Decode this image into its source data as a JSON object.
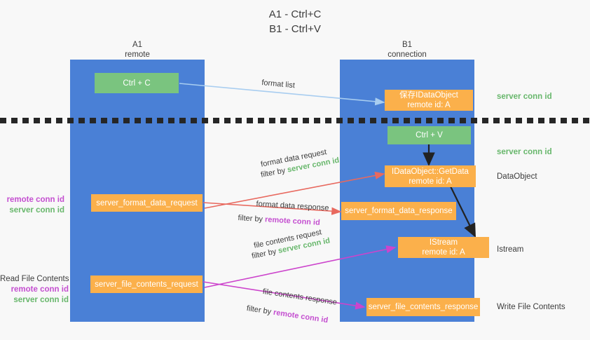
{
  "title": {
    "line1": "A1 - Ctrl+C",
    "line2": "B1 - Ctrl+V"
  },
  "lanes": [
    {
      "name": "A1",
      "sub": "remote"
    },
    {
      "name": "B1",
      "sub": "connection"
    }
  ],
  "boxes": {
    "ctrl_c": {
      "label": "Ctrl + C",
      "color": "#7ac47f"
    },
    "ctrl_v": {
      "label": "Ctrl + V",
      "color": "#7ac47f"
    },
    "store_idataobject": {
      "line1": "保存IDataObject",
      "line2": "remote id: A",
      "color": "#fbb04b"
    },
    "getdata": {
      "line1": "IDataObject::GetData",
      "line2": "remote id: A",
      "color": "#fbb04b"
    },
    "istream": {
      "line1": "IStream",
      "line2": "remote id: A",
      "color": "#fbb04b"
    },
    "server_format_data_request": {
      "label": "server_format_data_request",
      "color": "#fbb04b"
    },
    "server_format_data_response": {
      "label": "server_format_data_response",
      "color": "#fbb04b"
    },
    "server_file_contents_request": {
      "label": "server_file_contents_request",
      "color": "#fbb04b"
    },
    "server_file_contents_response": {
      "label": "server_file_contents_response",
      "color": "#fbb04b"
    }
  },
  "edge_labels": {
    "format_list": "format list",
    "format_data_request": "format data request",
    "format_data_request_filter_prefix": "filter by ",
    "format_data_request_filter_value": "server conn id",
    "format_data_response": "format data response",
    "format_data_response_filter_prefix": "filter by ",
    "format_data_response_filter_value": "remote conn id",
    "file_contents_request": "file contents request",
    "file_contents_request_filter_prefix": "filter by ",
    "file_contents_request_filter_value": "server conn id",
    "file_contents_response": "file contents response",
    "file_contents_response_filter_prefix": "filter by ",
    "file_contents_response_filter_value": "remote conn id"
  },
  "right_labels": {
    "server_conn_id_top": "server conn id",
    "server_conn_id_mid": "server conn id",
    "dataobject": "DataObject",
    "istream": "Istream",
    "write_file_contents": "Write File Contents"
  },
  "left_labels": {
    "format_remote": "remote conn id",
    "format_server": "server conn id",
    "read_file_contents": "Read File Contents",
    "file_remote": "remote conn id",
    "file_server": "server conn id"
  },
  "colors": {
    "lane": "#4a80d6",
    "green_box": "#7ac47f",
    "orange_box": "#fbb04b",
    "green_text": "#68b76c",
    "magenta_text": "#c44fd0",
    "red_arrow": "#e8695f",
    "magenta_arrow": "#cc44cc",
    "light_blue_arrow": "#a8cdf0",
    "black_arrow": "#222222",
    "background": "#f8f8f8"
  }
}
